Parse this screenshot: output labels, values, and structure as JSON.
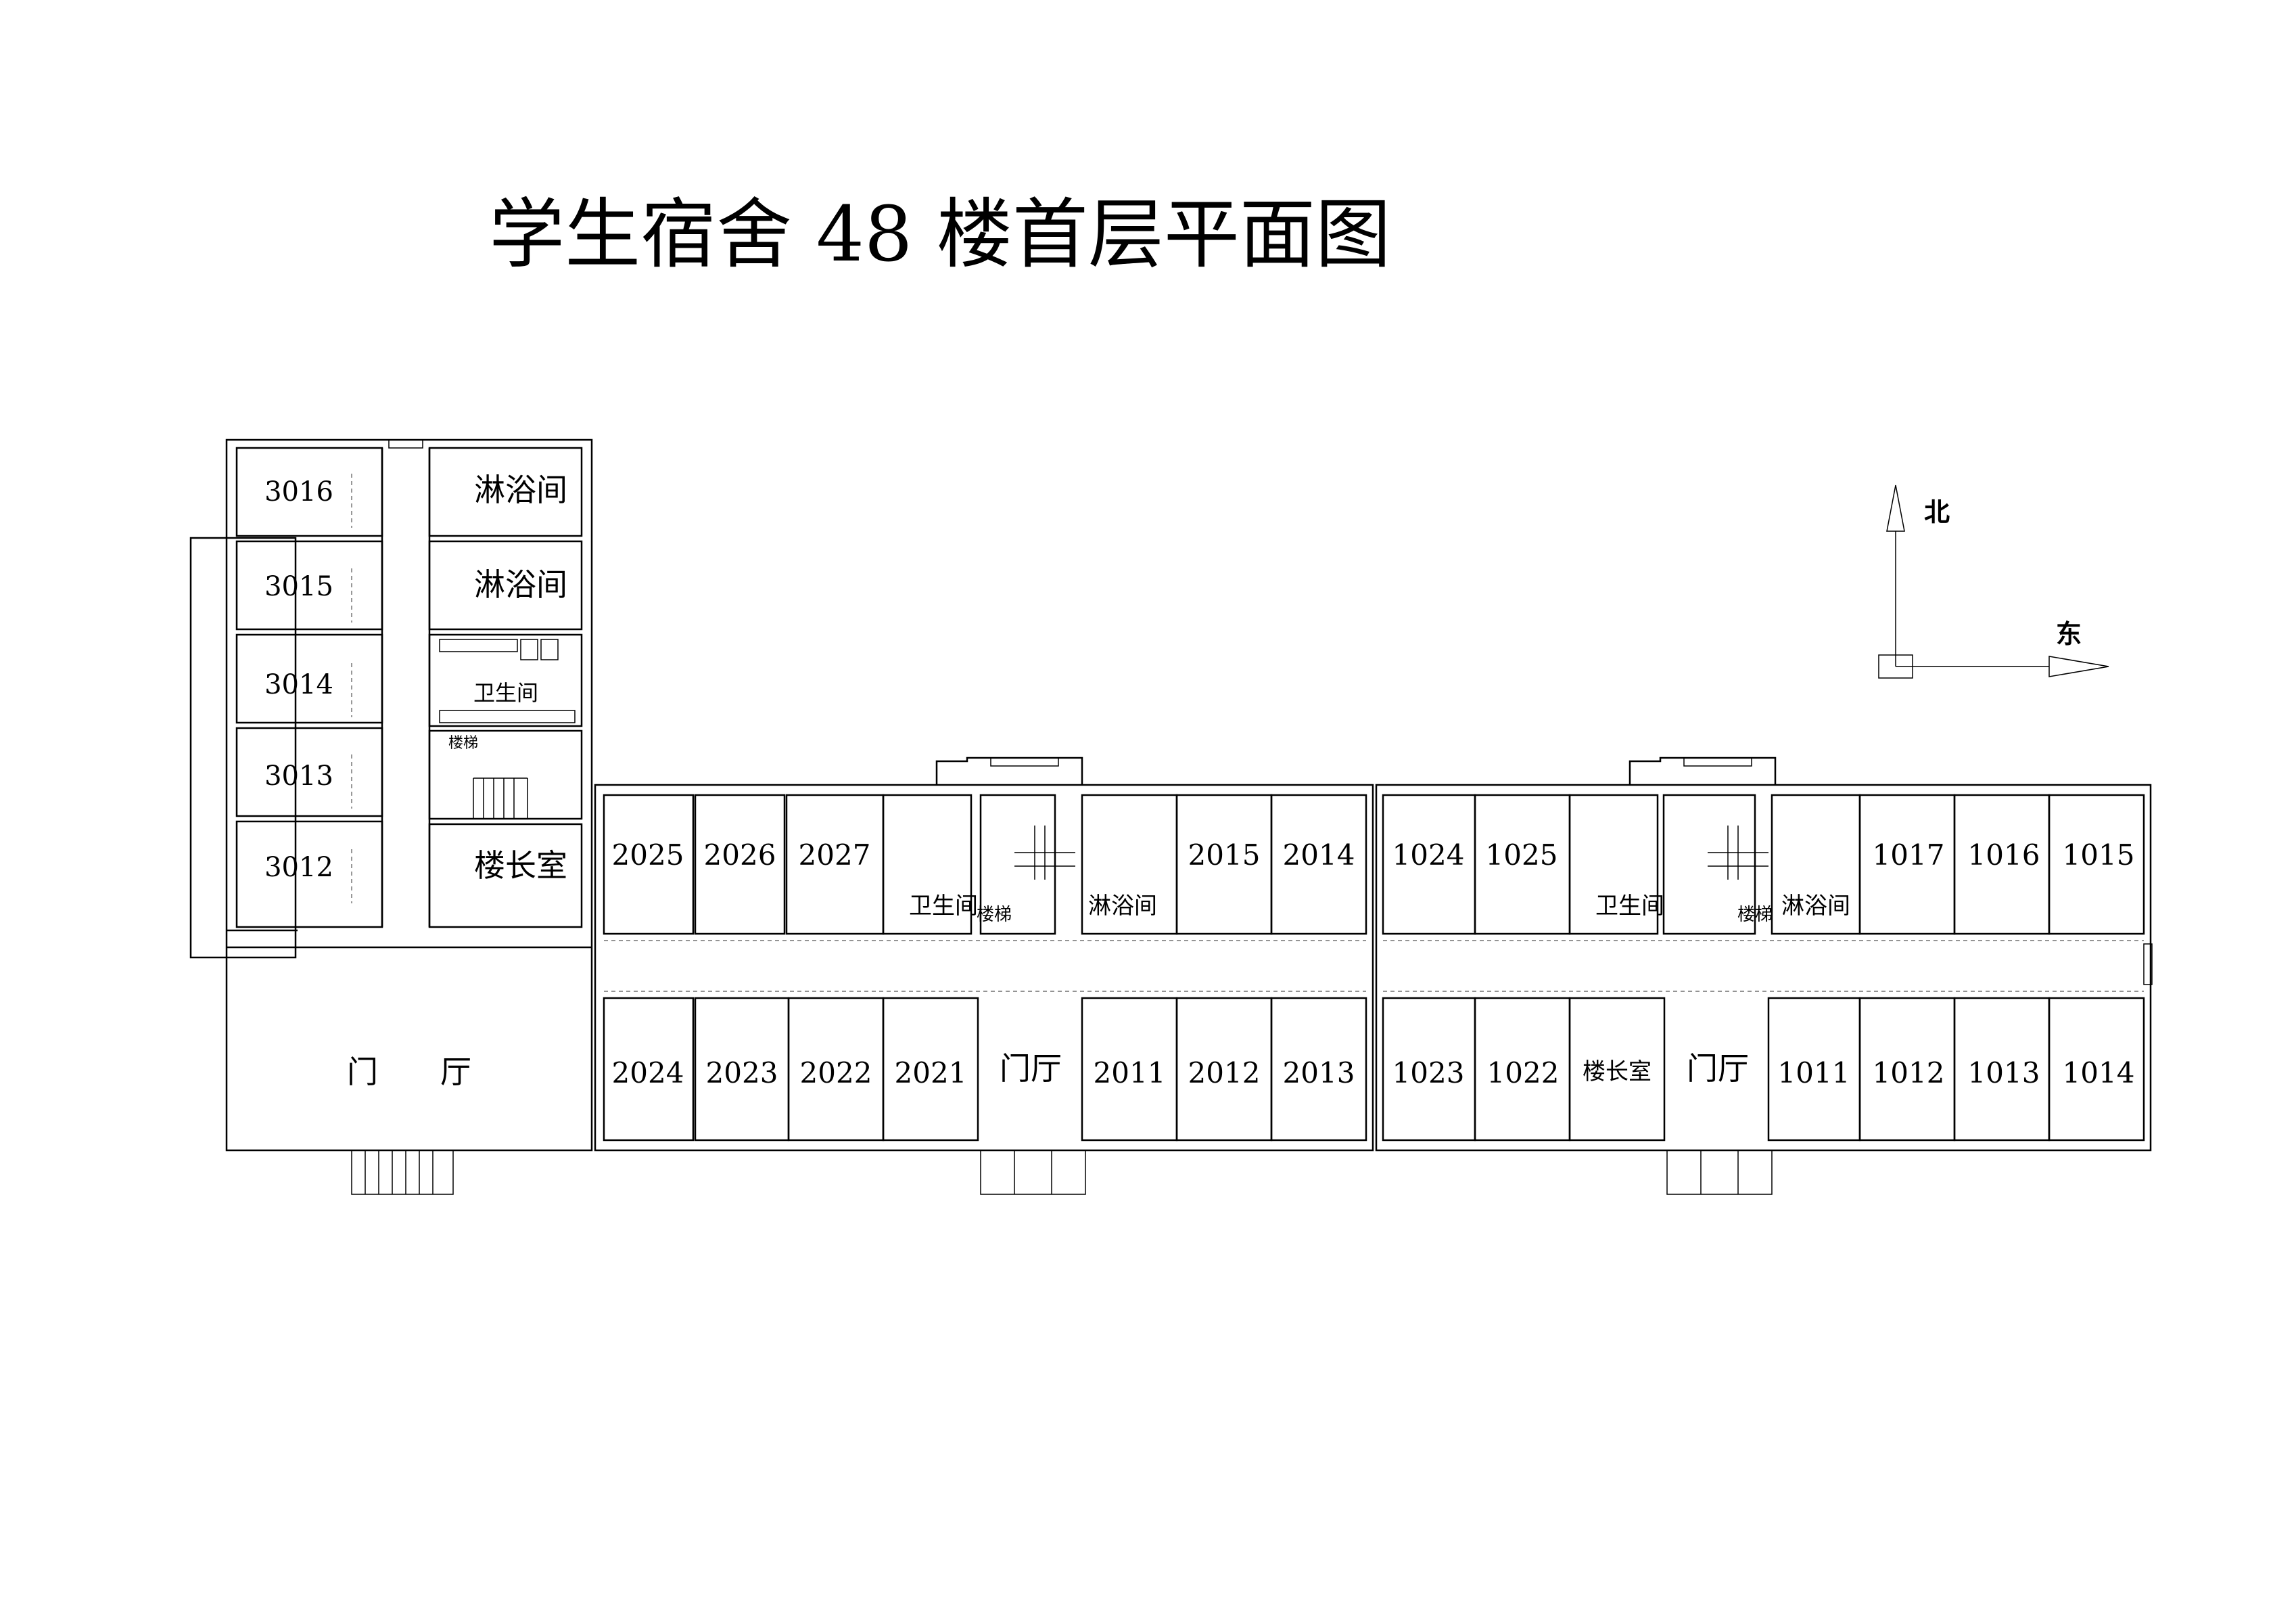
{
  "title": "学生宿舍 48 楼首层平面图",
  "compass": {
    "north": "北",
    "east": "东"
  },
  "west_wing": {
    "rooms": [
      "3016",
      "3015",
      "3014",
      "3013",
      "3012"
    ],
    "shower_1": "淋浴间",
    "shower_2": "淋浴间",
    "toilet": "卫生间",
    "stairs": "楼梯",
    "supervisor": "楼长室",
    "lobby": "门　　厅"
  },
  "wing_2": {
    "north_rooms_left": [
      "2025",
      "2026",
      "2027"
    ],
    "toilet": "卫生间",
    "stairs": "楼梯",
    "shower": "淋浴间",
    "north_rooms_right": [
      "2015",
      "2014"
    ],
    "south_rooms_left": [
      "2024",
      "2023",
      "2022",
      "2021"
    ],
    "lobby": "门厅",
    "south_rooms_right": [
      "2011",
      "2012",
      "2013"
    ]
  },
  "wing_1": {
    "north_rooms_left": [
      "1024",
      "1025"
    ],
    "toilet": "卫生间",
    "stairs": "楼梯",
    "shower": "淋浴间",
    "north_rooms_right": [
      "1017",
      "1016",
      "1015"
    ],
    "south_rooms_left": [
      "1023",
      "1022"
    ],
    "supervisor": "楼长室",
    "lobby": "门厅",
    "south_rooms_right": [
      "1011",
      "1012",
      "1013",
      "1014"
    ]
  }
}
